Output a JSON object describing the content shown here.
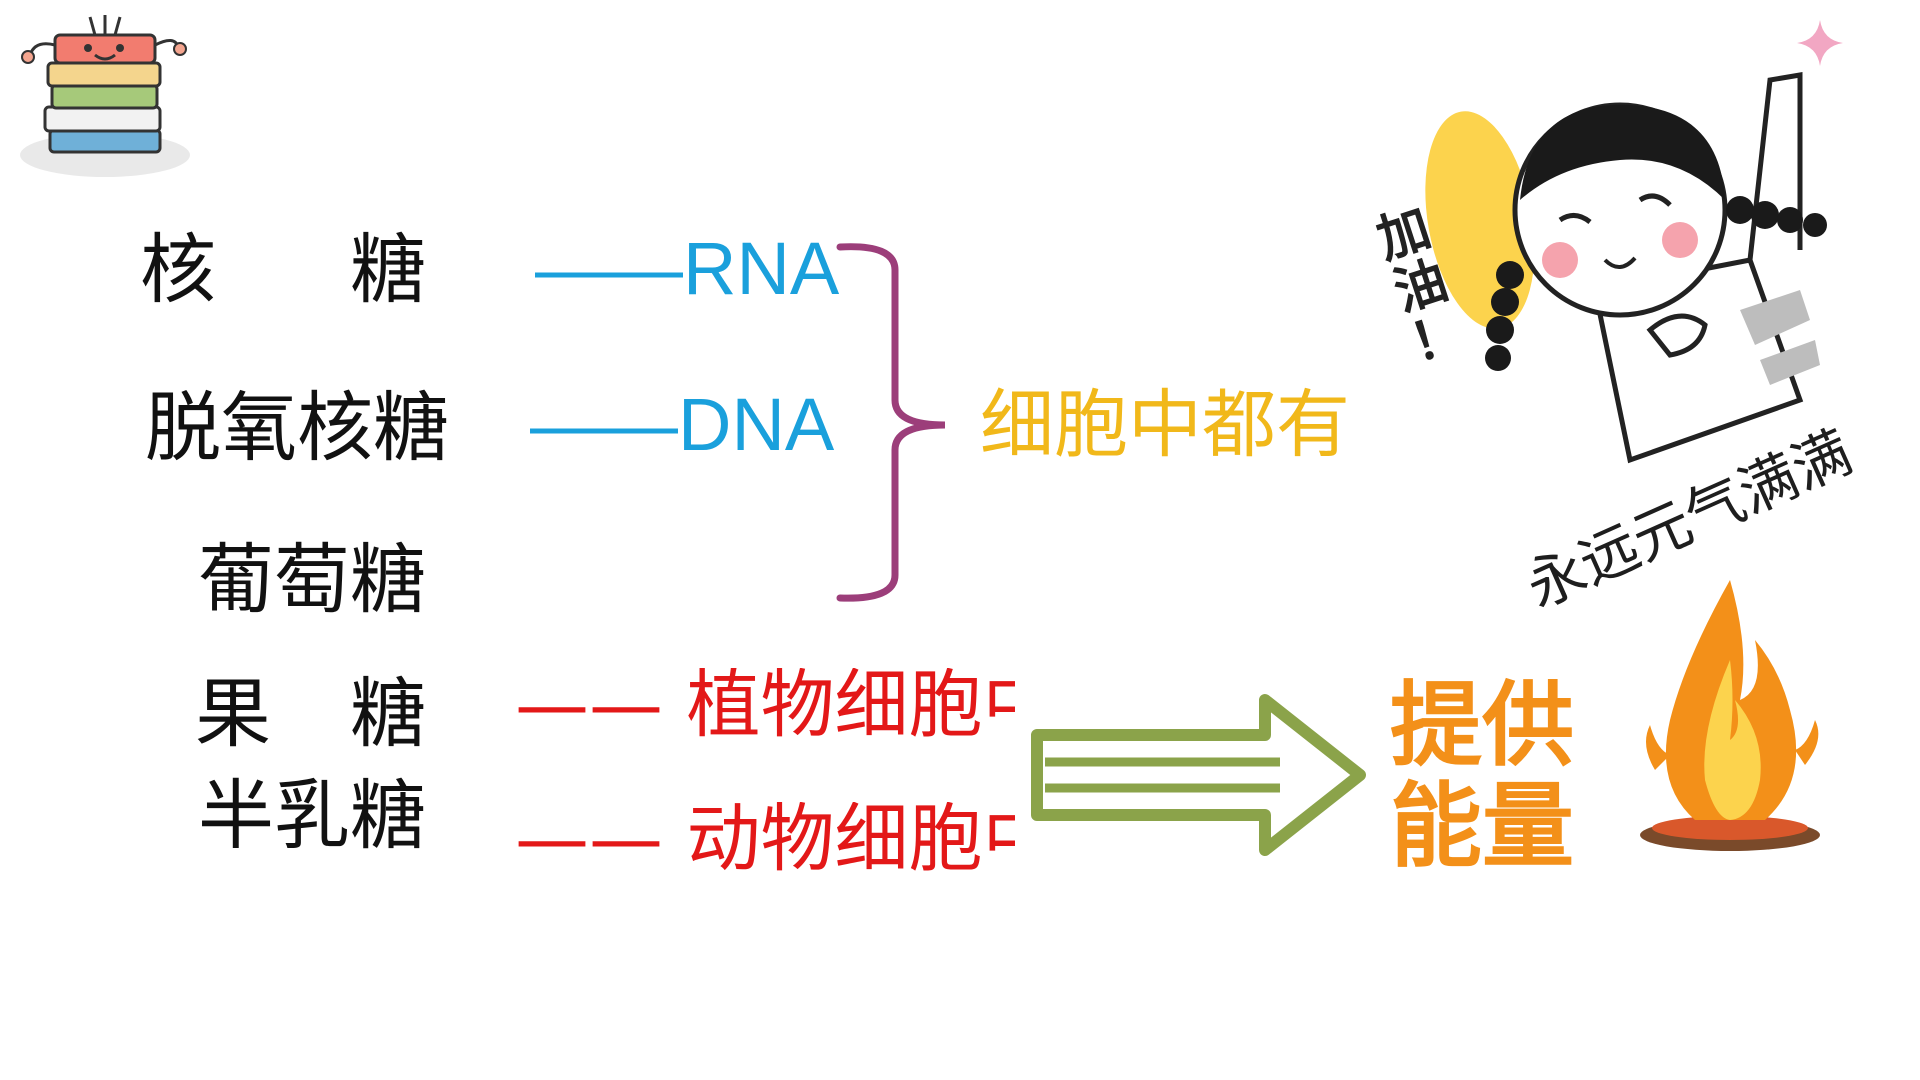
{
  "sugars": {
    "ribose": "核 糖",
    "deoxyribose": "脱氧核糖",
    "glucose": "葡萄糖",
    "fructose": "果 糖",
    "galactose": "半乳糖"
  },
  "links": {
    "rna": "——RNA",
    "dna": "——DNA",
    "plant": "——  植物细胞中",
    "animal": "——  动物细胞中"
  },
  "common": "细胞中都有",
  "result": {
    "line1": "提供",
    "line2": "能量"
  },
  "badge": {
    "line1": "加",
    "line2": "油",
    "line3": "！"
  },
  "slogan": "永远元气满满",
  "colors": {
    "dash_blue": "#1aa0dc",
    "brace_purple": "#9c3e7a",
    "yellow": "#f1b81a",
    "red": "#e31818",
    "orange": "#f39019",
    "arrow_green": "#8ba34a"
  },
  "icons": [
    "book-stack-icon",
    "sparkle-icon",
    "cheering-girl-icon",
    "campfire-icon",
    "arrow-icon"
  ]
}
